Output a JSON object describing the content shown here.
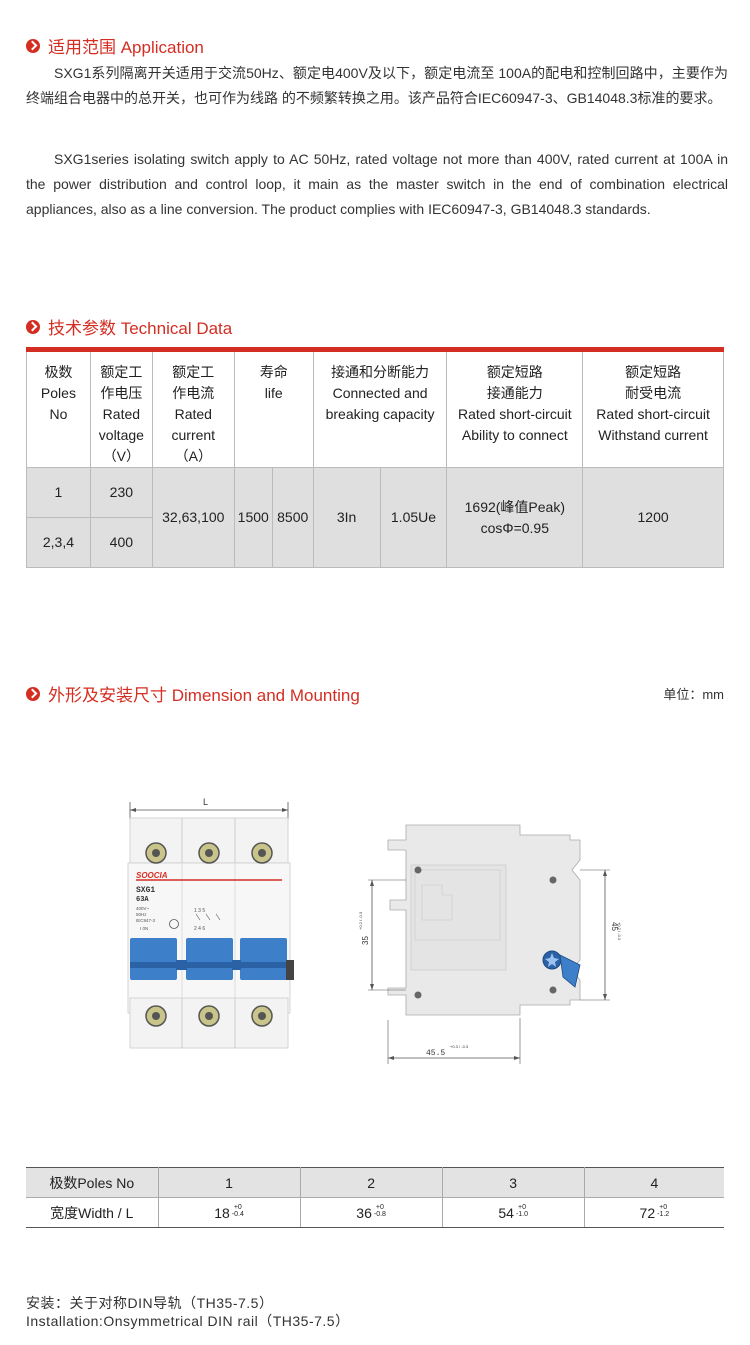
{
  "application": {
    "heading": "适用范围  Application",
    "cn_text": "SXG1系列隔离开关适用于交流50Hz、额定电400V及以下，额定电流至 100A的配电和控制回路中，主要作为终端组合电器中的总开关，也可作为线路 的不频繁转换之用。该产品符合IEC60947-3、GB14048.3标准的要求。",
    "en_text": "SXG1series isolating switch apply to AC 50Hz, rated voltage not more than 400V, rated current at 100A in the power distribution and control loop, it main as the master switch in the end of combination electrical appliances, also as a line conversion. The product complies with IEC60947-3, GB14048.3 standards."
  },
  "technical": {
    "heading": "技术参数 Technical Data",
    "headers": {
      "poles": [
        "极数",
        "Poles",
        "No"
      ],
      "voltage": [
        "额定工",
        "作电压",
        "Rated",
        "voltage",
        "（V）"
      ],
      "current": [
        "额定工",
        "作电流",
        "Rated",
        "current",
        "（A）"
      ],
      "life": [
        "寿命",
        "life"
      ],
      "breaking": [
        "接通和分断能力",
        "Connected and",
        "breaking capacity"
      ],
      "short_connect": [
        "额定短路",
        "接通能力",
        "Rated short-circuit",
        "Ability to connect"
      ],
      "withstand": [
        "额定短路",
        "耐受电流",
        "Rated short-circuit",
        "Withstand current"
      ]
    },
    "rows": [
      {
        "poles": "1",
        "voltage": "230"
      },
      {
        "poles": "2,3,4",
        "voltage": "400"
      }
    ],
    "current": "32,63,100",
    "life_a": "1500",
    "life_b": "8500",
    "breaking_a": "3In",
    "breaking_b": "1.05Ue",
    "short_connect_1": "1692(峰值Peak)",
    "short_connect_2": "cosΦ=0.95",
    "withstand": "1200"
  },
  "dimension": {
    "heading": "外形及安装尺寸  Dimension and Mounting",
    "unit": "单位：mm",
    "front": {
      "dim_label": "L",
      "brand": "SOOCIA",
      "model": "SXG1",
      "rating": "63A",
      "small_lines": [
        "400V~",
        "50Hz",
        "IEC947-3",
        "I 0N"
      ],
      "terminal_top": "1  3  5",
      "terminal_bottom": "2  4  6"
    },
    "side": {
      "height_inner": "35",
      "height_inner_tol": "+0.2 / -0.3",
      "height_outer": "45",
      "height_outer_tol": "+0.2 / -0.3",
      "depth": "45.5",
      "depth_tol": "+0.3 / -0.3"
    }
  },
  "width_table": {
    "row1": [
      "极数Poles No",
      "1",
      "2",
      "3",
      "4"
    ],
    "row2_label": "宽度Width / L",
    "widths": [
      {
        "value": "18",
        "tol_up": "+0",
        "tol_down": "-0.4"
      },
      {
        "value": "36",
        "tol_up": "+0",
        "tol_down": "-0.8"
      },
      {
        "value": "54",
        "tol_up": "+0",
        "tol_down": "-1.0"
      },
      {
        "value": "72",
        "tol_up": "+0",
        "tol_down": "-1.2"
      }
    ]
  },
  "installation": {
    "cn": "安装：关于对称DIN导轨（TH35-7.5）",
    "en": "Installation:Onsymmetrical DIN rail（TH35-7.5）"
  },
  "colors": {
    "accent": "#d42e22",
    "table_shade": "#dfdfdf",
    "breaker_blue": "#3d7fc9"
  }
}
